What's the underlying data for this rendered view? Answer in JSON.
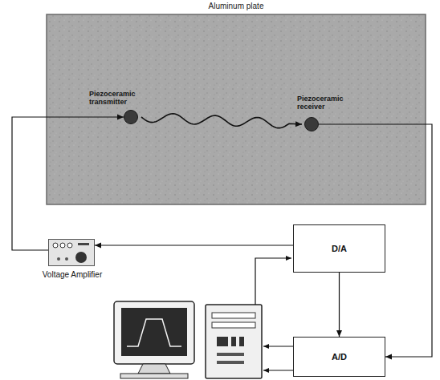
{
  "diagram": {
    "nodes": [
      {
        "text": [
          "Aluminum plate"
        ]
      },
      {
        "text": [
          "Piezoceramic transmitter"
        ],
        "in": 0
      },
      {
        "text": [
          "Piezoceramic receiver"
        ],
        "in": 0
      },
      {
        "text": [
          "Voltage Amplifier"
        ]
      },
      {
        "text": [
          "D/A"
        ]
      },
      {
        "text": [
          "A/D"
        ]
      }
    ],
    "edges": [
      {
        "from": 3,
        "to": 1,
        "arrow": "to"
      },
      {
        "from": 4,
        "to": 3,
        "arrow": "to"
      },
      {
        "from": 2,
        "to": 5,
        "arrow": "to"
      },
      {
        "from": 4,
        "to": 5,
        "arrow": "to"
      },
      {
        "from": 1,
        "to": 2,
        "arrow": "to"
      }
    ]
  }
}
